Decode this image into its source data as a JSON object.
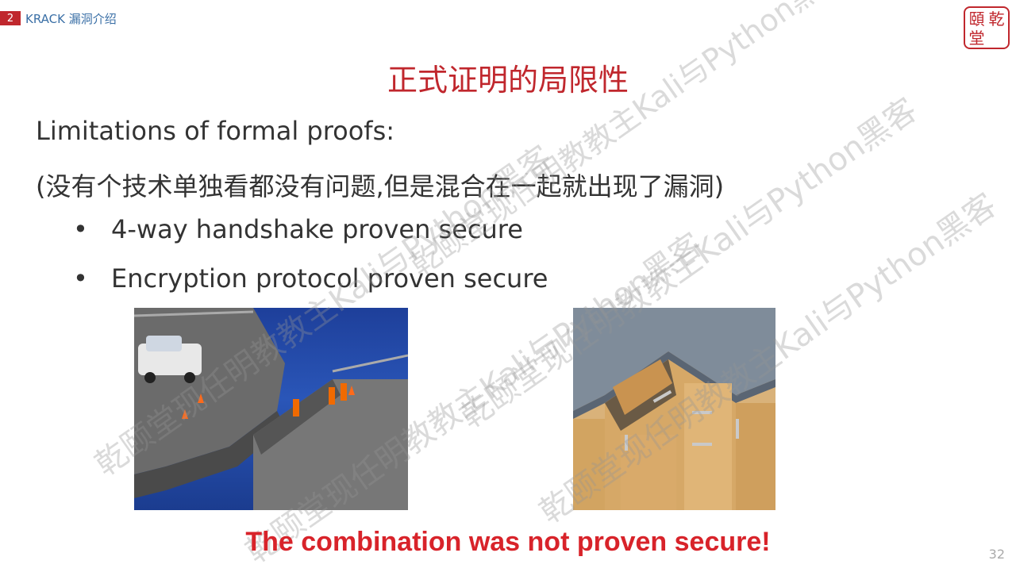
{
  "header": {
    "section_number": "2",
    "section_title": "KRACK 漏洞介绍",
    "logo_chars": [
      "頤",
      "乾",
      "堂",
      ""
    ]
  },
  "slide": {
    "title": "正式证明的局限性",
    "line1": "Limitations of formal proofs:",
    "line2": "(没有个技术单独看都没有问题,但是混合在一起就出现了漏洞)",
    "bullets": [
      "4-way handshake proven secure",
      "Encryption protocol proven secure"
    ],
    "bullet_symbol": "•",
    "conclusion": "The combination was not proven secure!",
    "page_number": "32"
  },
  "watermark": {
    "text": "乾颐堂现任明教教主Kali与Python黑客"
  },
  "colors": {
    "accent_red": "#c0272d",
    "header_blue": "#3a6fa6",
    "conclusion_red": "#d8232a"
  }
}
